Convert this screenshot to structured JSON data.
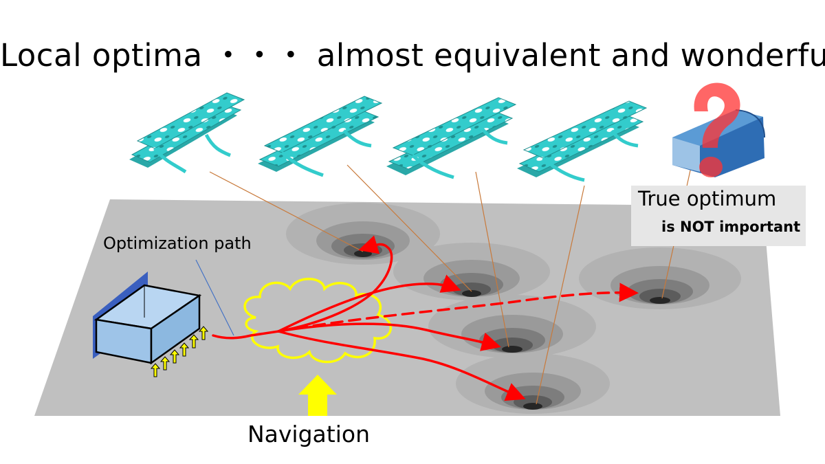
{
  "title": {
    "text": "Local optima ・・・ almost equivalent and wonderful",
    "exclaim": "!"
  },
  "labels": {
    "optimization_path": "Optimization path",
    "navigation": "Navigation",
    "true_optimum": "True optimum",
    "not_important": "is NOT important"
  },
  "colors": {
    "plane": "#c0c0c0",
    "path_red": "#ff0000",
    "cloud_yellow": "#ffff00",
    "arrow_yellow": "#ffff00",
    "structure_teal": "#33cccc",
    "box_blue": "#9ec4e8",
    "box_wall": "#3a5fbf",
    "block_blue": "#2e6db4",
    "question_red": "#ff3333",
    "leader_orange": "#c8793a",
    "leader_blue": "#4472c4"
  },
  "icons": [
    "question-mark-icon",
    "up-arrow-icon",
    "load-arrow-icon"
  ]
}
